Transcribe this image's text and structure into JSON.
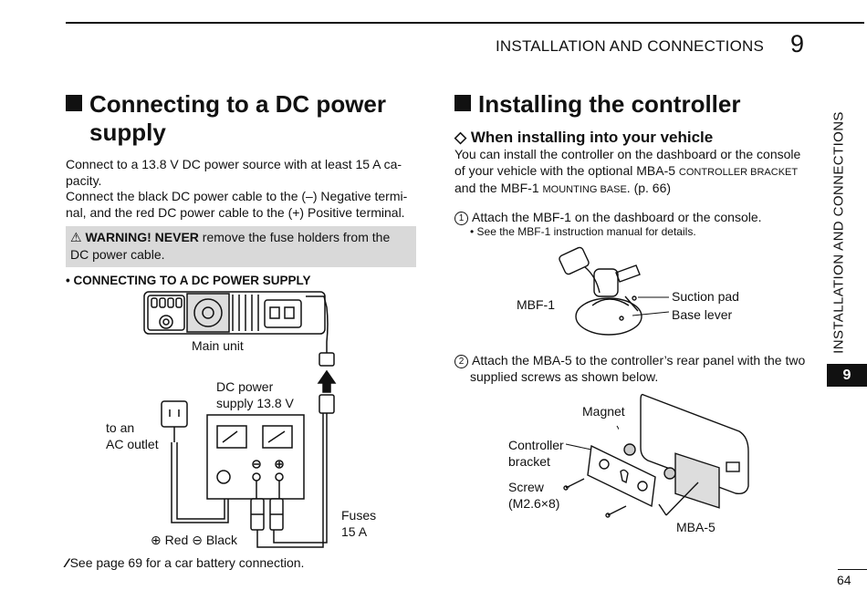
{
  "header": {
    "title": "INSTALLATION AND CONNECTIONS",
    "chapter": "9"
  },
  "left": {
    "heading_line1": "Connecting to a DC power",
    "heading_line2": "supply",
    "para1_line1": "Connect to a 13.8 V DC power source with at least 15 A ca-",
    "para1_line2": "pacity.",
    "para2_line1": "Connect the black DC power cable to the (–) Negative termi-",
    "para2_line2": "nal, and the red DC power cable to the (+) Positive terminal.",
    "warning_label": "WARNING! NEVER",
    "warning_text": " remove the fuse holders from the",
    "warning_line2": "DC power cable.",
    "diagram_title": "• CONNECTING TO A DC POWER SUPPLY",
    "labels": {
      "main_unit": "Main unit",
      "dc_power_1": "DC power",
      "dc_power_2": "supply 13.8 V",
      "ac_1": "to an",
      "ac_2": "AC outlet",
      "fuses_1": "Fuses",
      "fuses_2": "15 A",
      "polarity": "⊕ Red ⊖ Black"
    },
    "note": "See page 69 for a car battery connection."
  },
  "right": {
    "heading": "Installing the controller",
    "subheading": "When installing into your vehicle",
    "para_l1": "You can install the controller on the dashboard or the console",
    "para_l2a": "of your vehicle with the optional MBA-5 ",
    "para_l2_sc": "CONTROLLER BRACKET",
    "para_l3a": "and the MBF-1 ",
    "para_l3_sc": "MOUNTING BASE",
    "para_l3b": ". (p. 66)",
    "step1_num": "1",
    "step1": "Attach the MBF-1 on the dashboard or the console.",
    "step1_note": "• See the MBF-1 instruction manual for details.",
    "mbf_label": "MBF-1",
    "suction_pad": "Suction pad",
    "base_lever": "Base lever",
    "step2_num": "2",
    "step2_l1": "Attach the MBA-5 to the controller’s rear panel with the two",
    "step2_l2": "supplied screws as shown below.",
    "magnet": "Magnet",
    "controller_1": "Controller",
    "controller_2": "bracket",
    "screw_1": "Screw",
    "screw_2": "(M2.6×8)",
    "mba5": "MBA-5"
  },
  "side_tab": {
    "text": "INSTALLATION AND CONNECTIONS",
    "number": "9"
  },
  "page_number": "64"
}
